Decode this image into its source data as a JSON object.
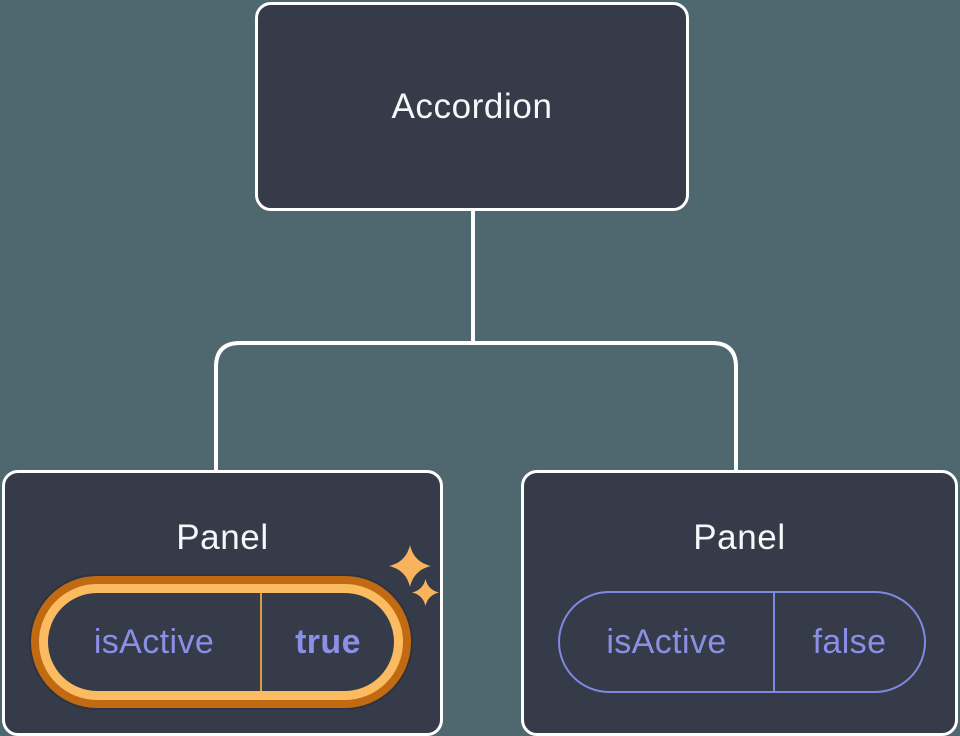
{
  "diagram": {
    "root": {
      "label": "Accordion"
    },
    "panels": [
      {
        "label": "Panel",
        "prop": "isActive",
        "value": "true",
        "highlighted": true
      },
      {
        "label": "Panel",
        "prop": "isActive",
        "value": "false",
        "highlighted": false
      }
    ],
    "colors": {
      "background": "#4F676F",
      "node_fill": "#353B48",
      "node_border": "#FFFFFF",
      "title_text": "#F6F7F9",
      "prop_text": "#8A8FE8",
      "pill_stroke": "#7F89E0",
      "highlight_outer_ring": "#C16A12",
      "highlight_inner_ring": "#FBBB61",
      "highlight_divider": "#DB9D44",
      "sparkle": "#F8B45D",
      "connector": "#FFFFFF"
    }
  }
}
